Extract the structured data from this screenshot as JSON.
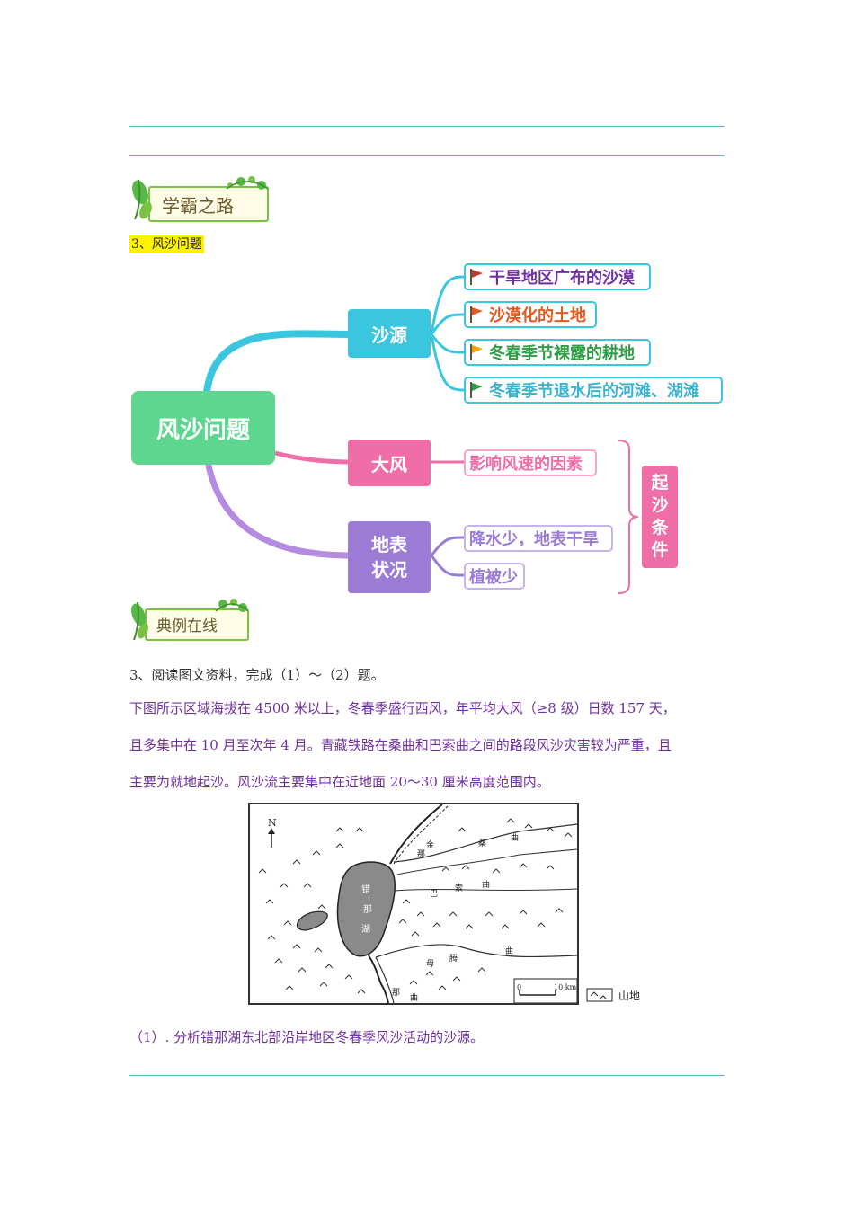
{
  "header": {},
  "banners": {
    "top": "学霸之路",
    "example": "典例在线"
  },
  "section_title": "3、风沙问题",
  "mindmap": {
    "root": "风沙问题",
    "branches": [
      {
        "label": "沙源",
        "color": "#3bc6df",
        "leaves": [
          {
            "text": "干旱地区广布的沙漠",
            "text_color": "#7030a0",
            "flag_color": "#c0392b"
          },
          {
            "text": "沙漠化的土地",
            "text_color": "#e8571e",
            "flag_color": "#e8571e"
          },
          {
            "text": "冬春季节裸露的耕地",
            "text_color": "#2f9e44",
            "flag_color": "#f0a500"
          },
          {
            "text": "冬春季节退水后的河滩、湖滩",
            "text_color": "#3bb3cf",
            "flag_color": "#2f9e44"
          }
        ]
      },
      {
        "label": "大风",
        "color": "#f06ea8",
        "leaves": [
          {
            "text": "影响风速的因素",
            "text_color": "#f06ea8"
          }
        ]
      },
      {
        "label_line1": "地表",
        "label_line2": "状况",
        "color": "#9b7bd6",
        "leaves": [
          {
            "text": "降水少，地表干旱",
            "text_color": "#9b7bd6"
          },
          {
            "text": "植被少",
            "text_color": "#9b7bd6"
          }
        ]
      }
    ],
    "bracket_label": [
      "起",
      "沙",
      "条",
      "件"
    ],
    "colors": {
      "root": "#5fd690",
      "bracket_box": "#f06ea8"
    }
  },
  "question": {
    "intro": "3、阅读图文资料，完成（1）～（2）题。",
    "para_line1": "下图所示区域海拔在 4500 米以上，冬春季盛行西风，年平均大风（≥8 级）日数 157 天，",
    "para_line2": "且多集中在 10 月至次年 4 月。青藏铁路在桑曲和巴索曲之间的路段风沙灾害较为严重，且",
    "para_line3": "主要为就地起沙。风沙流主要集中在近地面 20～30 厘米高度范围内。",
    "sub1": "（1）. 分析错那湖东北部沿岸地区冬春季风沙活动的沙源。"
  },
  "map": {
    "north": "N",
    "lake_chars": [
      "错",
      "那",
      "湖"
    ],
    "river_naqu": [
      "那",
      "金"
    ],
    "river_sangqu": [
      "桑",
      "曲"
    ],
    "river_basuo": [
      "巴",
      "索",
      "曲"
    ],
    "river_muyan": [
      "母",
      "腾",
      "曲"
    ],
    "river_na": [
      "那",
      "曲"
    ],
    "scale_0": "0",
    "scale_10": "10 km",
    "legend": "山地"
  }
}
